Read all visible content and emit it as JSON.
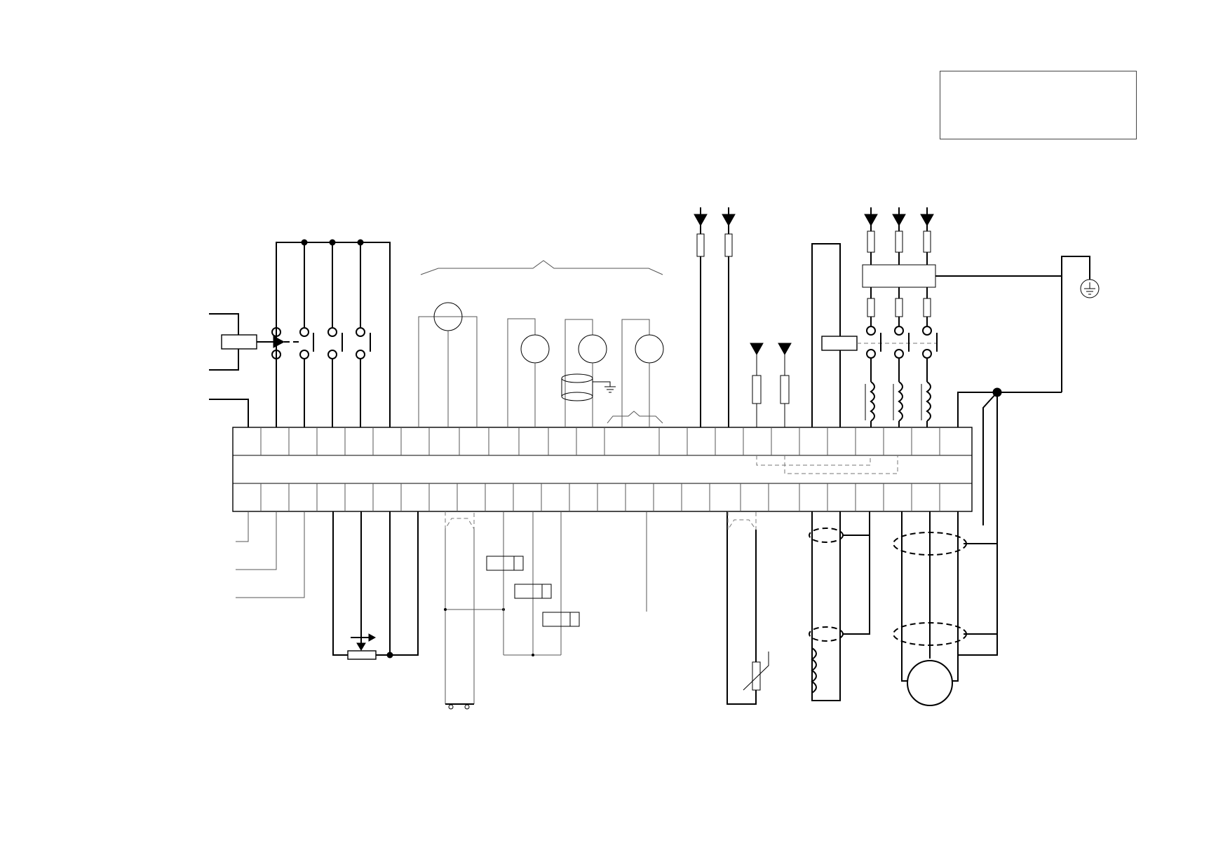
{
  "title_block": {
    "line1": "",
    "line2": ""
  },
  "colors": {
    "line": "#000000",
    "background": "#ffffff",
    "secondary_line": "#777777"
  },
  "terminal_strip": {
    "top_row_cells": 25,
    "bottom_row_cells": 25
  },
  "components": [
    "relay-coil",
    "contact-block",
    "potentiometer",
    "meter-circle",
    "fuse",
    "feed-arrow",
    "shielded-cable",
    "inductor",
    "motor-circle",
    "ground-symbol",
    "thermistor",
    "filter-block"
  ]
}
